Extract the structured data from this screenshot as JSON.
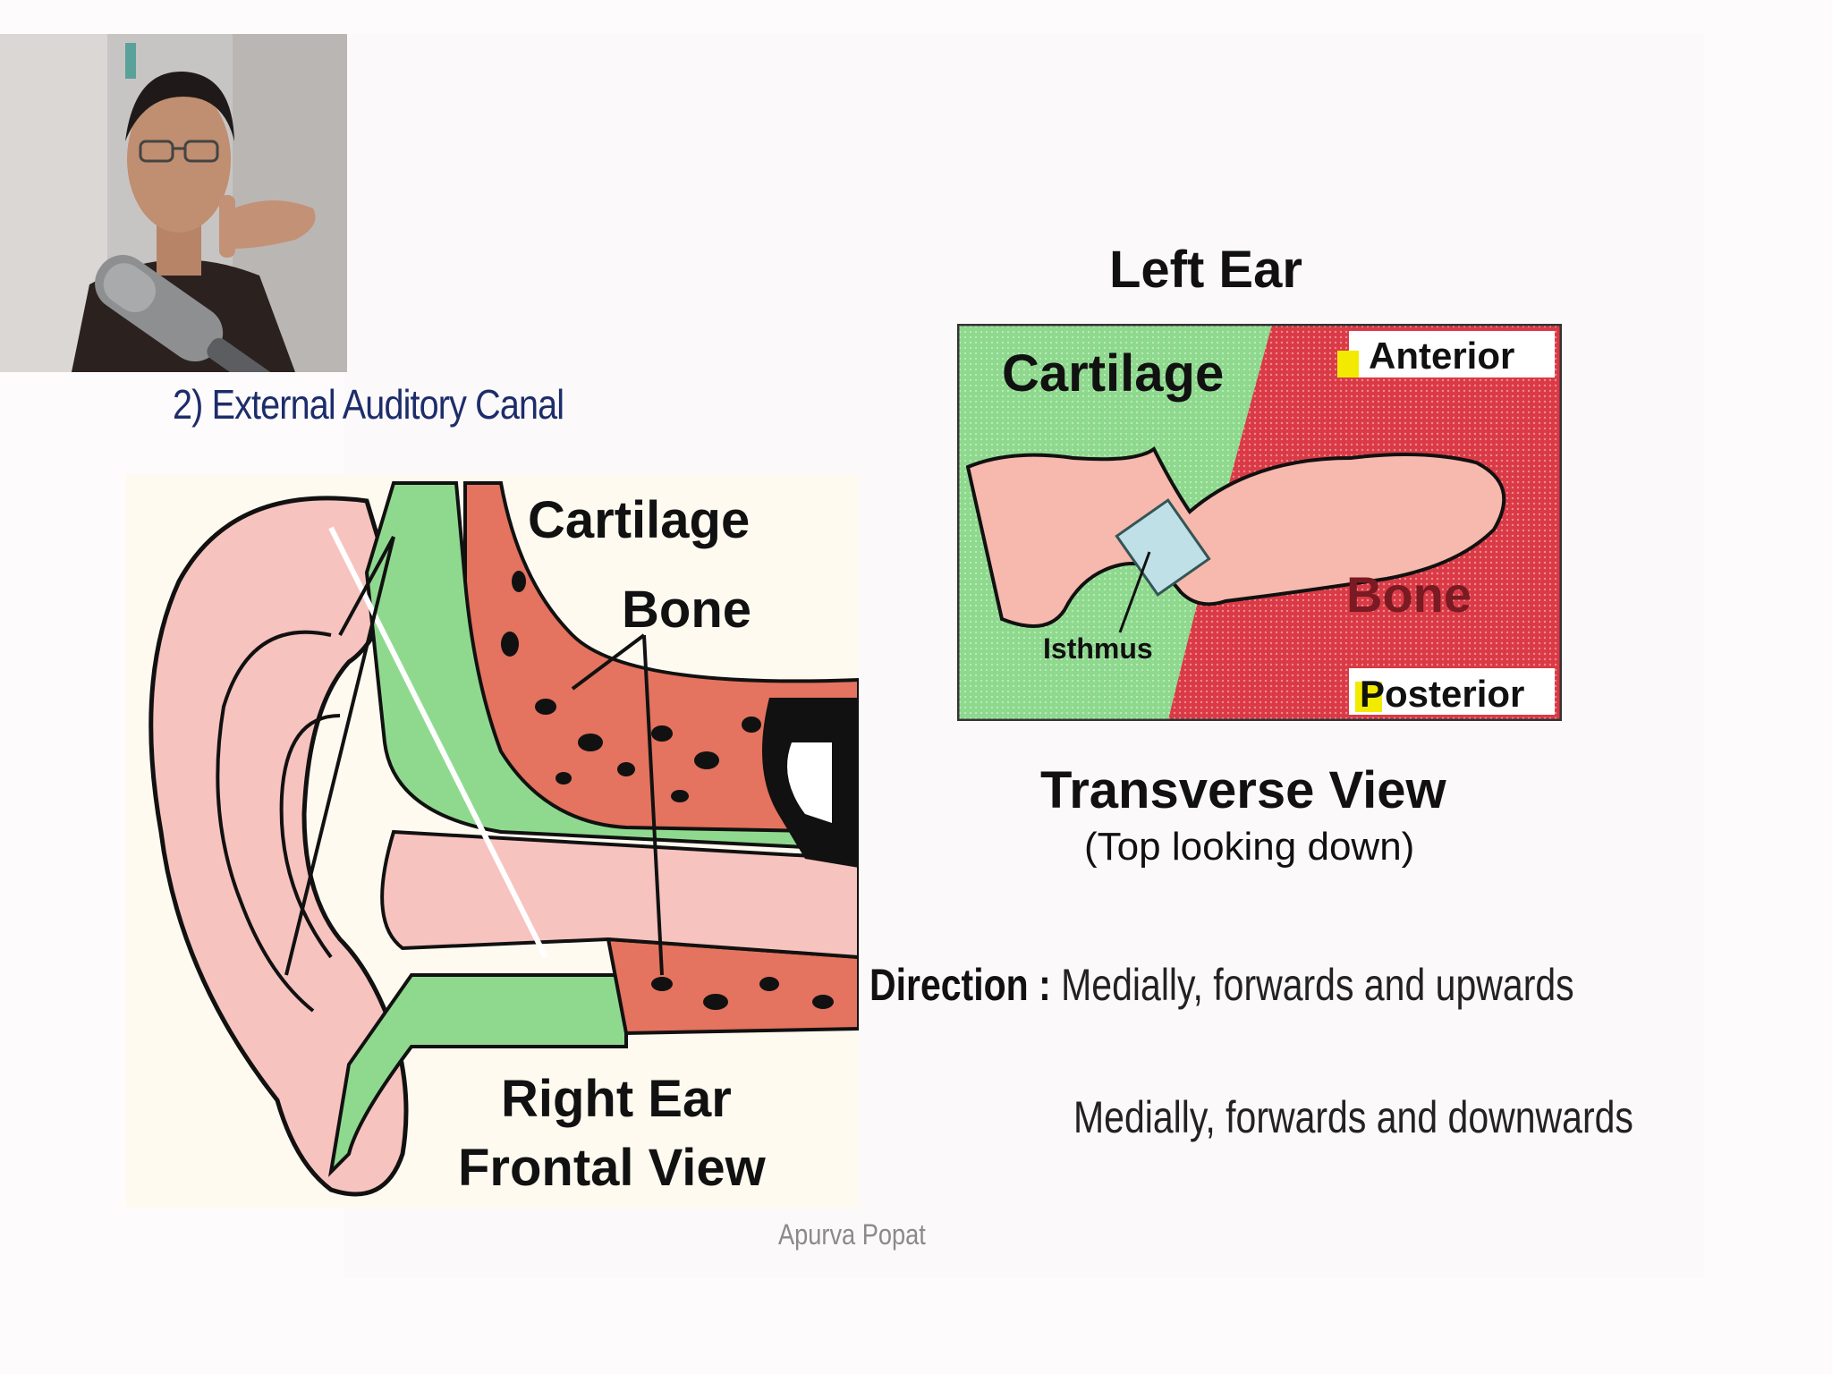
{
  "section_title": "2) External Auditory Canal",
  "frontal_view": {
    "label_cartilage": "Cartilage",
    "label_bone": "Bone",
    "caption_line1": "Right Ear",
    "caption_line2": "Frontal View"
  },
  "transverse_view": {
    "heading": "Left Ear",
    "label_cartilage": "Cartilage",
    "label_anterior": "Anterior",
    "label_bone": "Bone",
    "label_isthmus": "Isthmus",
    "label_posterior": "Posterior",
    "caption": "Transverse View",
    "subcaption": "(Top looking down)"
  },
  "direction": {
    "label": "Direction :",
    "line1": "Medially, forwards and upwards",
    "line2": "Medially, forwards and downwards"
  },
  "author": "Apurva Popat",
  "colors": {
    "cartilage": "#8fd98f",
    "bone": "#d93a46",
    "skin": "#f7c3bf",
    "title": "#1d2d6b",
    "highlight": "#f2ea00"
  }
}
